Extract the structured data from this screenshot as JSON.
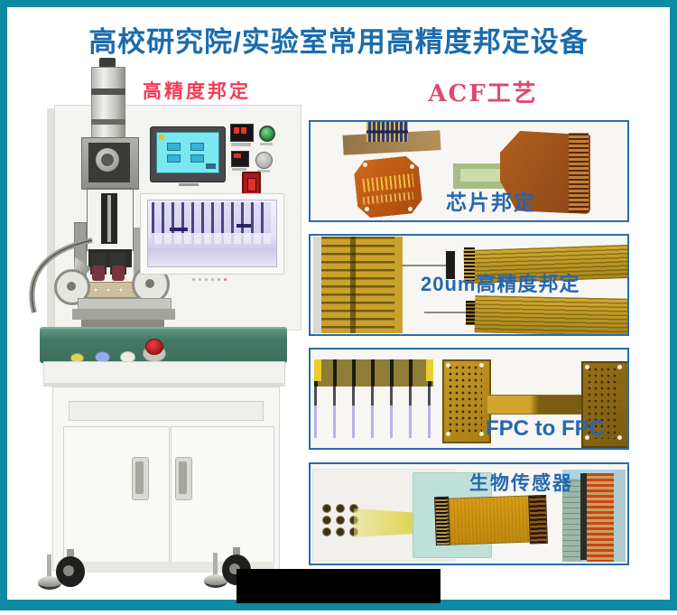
{
  "header": {
    "title": "高校研究院/实验室常用高精度邦定设备"
  },
  "machine": {
    "label": "高精度邦定"
  },
  "acf": {
    "title": "ACF工艺"
  },
  "panels": [
    {
      "caption": "芯片邦定"
    },
    {
      "caption": "20um高精度邦定"
    },
    {
      "caption": "FPC to FPC"
    },
    {
      "caption": "生物传感器"
    }
  ],
  "colors": {
    "frame_teal": "#0e8aa2",
    "title_blue": "#1a6cad",
    "label_red": "#f43b55",
    "acf_pink": "#dd4a6e",
    "caption_blue": "#2567ae",
    "panel_border": "#2a6cab"
  }
}
